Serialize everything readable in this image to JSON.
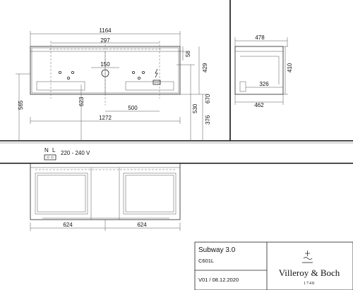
{
  "front_view": {
    "width_total": "1164",
    "basin_spacing": "297",
    "drain_offset": "150",
    "depth_top": "58",
    "height_429": "429",
    "height_565": "565",
    "height_623": "623",
    "width_500": "500",
    "width_1272": "1272",
    "height_670": "670",
    "height_530": "530",
    "height_376": "376"
  },
  "side_view": {
    "depth_478": "478",
    "height_410": "410",
    "depth_326": "326",
    "depth_462": "462"
  },
  "electrical": {
    "label_n": "N",
    "label_l": "L",
    "voltage": "220 - 240 V"
  },
  "bottom_view": {
    "width_left": "624",
    "width_right": "624"
  },
  "title_block": {
    "product": "Subway 3.0",
    "code": "C601L",
    "version": "V01 / 08.12.2020",
    "brand": "Villeroy & Boch",
    "year": "1748"
  }
}
